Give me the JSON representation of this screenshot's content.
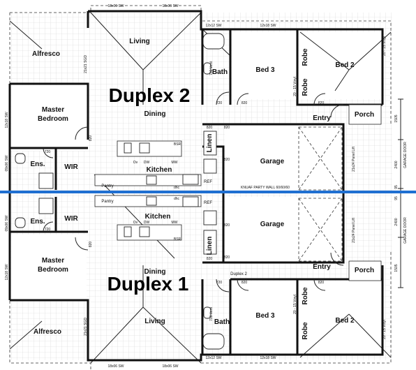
{
  "rooms": {
    "living_top": "Living",
    "alfresco_top": "Alfresco",
    "bath_top": "Bath",
    "bed3_top": "Bed 3",
    "robe_top_a": "Robe",
    "robe_top_b": "Robe",
    "bed2_top": "Bed 2",
    "master_top_1": "Master",
    "master_top_2": "Bedroom",
    "dining_top": "Dining",
    "entry_top": "Entry",
    "porch_top": "Porch",
    "linen_top": "Linen",
    "garage_top": "Garage",
    "ens_top": "Ens.",
    "wir_top": "WIR",
    "kitchen_top": "Kitchen",
    "pantry_top": "Pantry",
    "ref_top": "REF",
    "pantry_bot": "Pantry",
    "ref_bot": "REF",
    "ens_bot": "Ens.",
    "wir_bot": "WIR",
    "kitchen_bot": "Kitchen",
    "garage_bot": "Garage",
    "linen_bot": "Linen",
    "master_bot_1": "Master",
    "master_bot_2": "Bedroom",
    "dining_bot": "Dining",
    "entry_bot": "Entry",
    "porch_bot": "Porch",
    "bed3_bot": "Bed 3",
    "robe_bot_a": "Robe",
    "robe_bot_b": "Robe",
    "bed2_bot": "Bed 2",
    "living_bot": "Living",
    "bath_bot": "Bath",
    "alfresco_bot": "Alfresco"
  },
  "titles": {
    "duplex_top": "Duplex 2",
    "duplex_bot": "Duplex 1",
    "party_wall": "KNUAF PARTY WALL 60/60/60",
    "duplex_small": "Duplex 2"
  },
  "labels": {
    "w_living_top_a": "18x06 SW",
    "w_living_top_b": "18x06 SW",
    "w_bed3_top": "12x12 SW",
    "w_bed2_top": "12x18 SW",
    "w_living_side_top": "21x21 SGD",
    "w_master_top": "12x18 SW",
    "w_ens_top": "09x06 SW",
    "w_bed2_side_top": "20 - 15 Vinyl",
    "w_robe_top": "20 - 15 Vinyl",
    "w_bath_top": "700 Vent",
    "d_720_a": "720",
    "d_720_b": "720",
    "d_820_a": "820",
    "d_820_b": "820",
    "d_820_c": "820",
    "d_820_d": "820",
    "d_820_e": "820",
    "d_820_f": "820",
    "d_820_g": "820",
    "d_820_h": "820",
    "d_820_i": "820",
    "d_820_j": "820",
    "d_720_c": "720",
    "d_720_d": "720",
    "d_820_k": "820",
    "d_820_l": "820",
    "lift_top": "21x24 Panel Lift",
    "lift_bot": "21x24 Panel Lift",
    "garage_door_top": "GARAGE DOOR",
    "garage_door_bot": "GARAGE DOOR",
    "dim_1505_top": "1505",
    "dim_2400_top": "2400",
    "dim_2400_bot": "2400",
    "dim_1505_bot": "1505",
    "dim_95_top": "95",
    "dim_95_bot": "95",
    "bsr_top": "BSR",
    "bsr_bot": "BSR",
    "dw_top": "DW",
    "dw_bot": "DW",
    "mw_top": "MW",
    "mw_bot": "MW",
    "ov_top": "Ov",
    "ov_bot": "Ov",
    "dhc_top": "dhc",
    "dhc_bot": "dhc",
    "w_living_side_bot": "21x21 SGD",
    "w_master_bot": "12x18 SW",
    "w_ens_bot": "09x06 SW",
    "w_bed2_side_bot": "20 - 15 Vinyl",
    "w_robe_bot": "20 - 15 Vinyl",
    "w_bath_bot": "700 Vent",
    "w_living_bot_a": "18x06 SW",
    "w_living_bot_b": "18x06 SW",
    "w_bed3_bot": "12x12 SW",
    "w_bed2_bot": "12x18 SW"
  },
  "colors": {
    "divider": "#1f6fd1",
    "ink": "#111111",
    "grid": "#d4d4d4"
  }
}
